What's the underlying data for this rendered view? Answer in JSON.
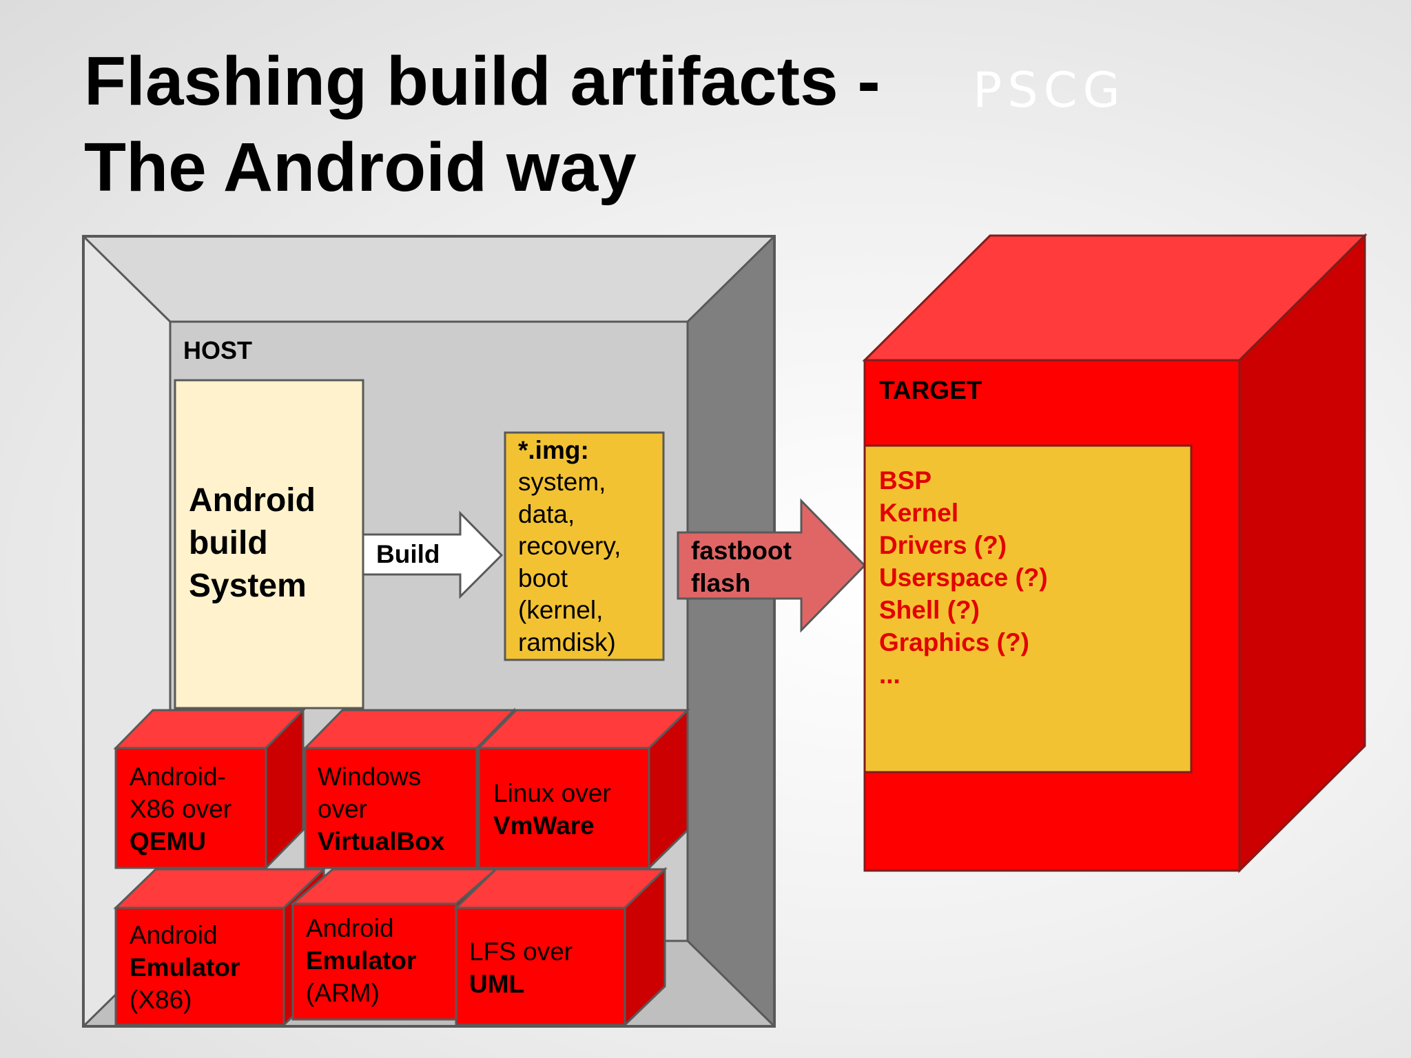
{
  "slide": {
    "title_line1": "Flashing build artifacts -",
    "title_line2": "The Android way",
    "logo_text": "PSCG"
  },
  "host": {
    "label": "HOST",
    "build_system": [
      "Android",
      "build",
      "System"
    ],
    "build_arrow_label": "Build",
    "img_box": {
      "title": "*.img:",
      "lines": [
        "system,",
        "data,",
        "recovery,",
        "boot",
        "(kernel,",
        "ramdisk)"
      ]
    },
    "environments": [
      {
        "lines": [
          "Android-",
          "X86 over"
        ],
        "bold": "QEMU"
      },
      {
        "lines": [
          "Windows",
          "over"
        ],
        "bold": "VirtualBox"
      },
      {
        "lines": [
          "Linux over"
        ],
        "bold": "VmWare"
      },
      {
        "lines": [
          "Android"
        ],
        "bold": "Emulator",
        "after": "(X86)"
      },
      {
        "lines": [
          "Android"
        ],
        "bold": "Emulator",
        "after": "(ARM)"
      },
      {
        "lines": [
          "LFS over"
        ],
        "bold": "UML"
      }
    ]
  },
  "flash_arrow": {
    "line1": "fastboot",
    "line2": "flash"
  },
  "target": {
    "label": "TARGET",
    "items": [
      "BSP",
      "Kernel",
      "Drivers (?)",
      "Userspace (?)",
      "Shell (?)",
      "Graphics (?)",
      "..."
    ]
  },
  "colors": {
    "cube_front": "#ff0000",
    "cube_top": "#ff3b3b",
    "cube_side": "#cc0000",
    "img_fill": "#f2c233",
    "build_system_fill": "#fff2cc",
    "flash_arrow_fill": "#e06666",
    "host_inner": "#cccccc",
    "target_text": "#e20000"
  }
}
